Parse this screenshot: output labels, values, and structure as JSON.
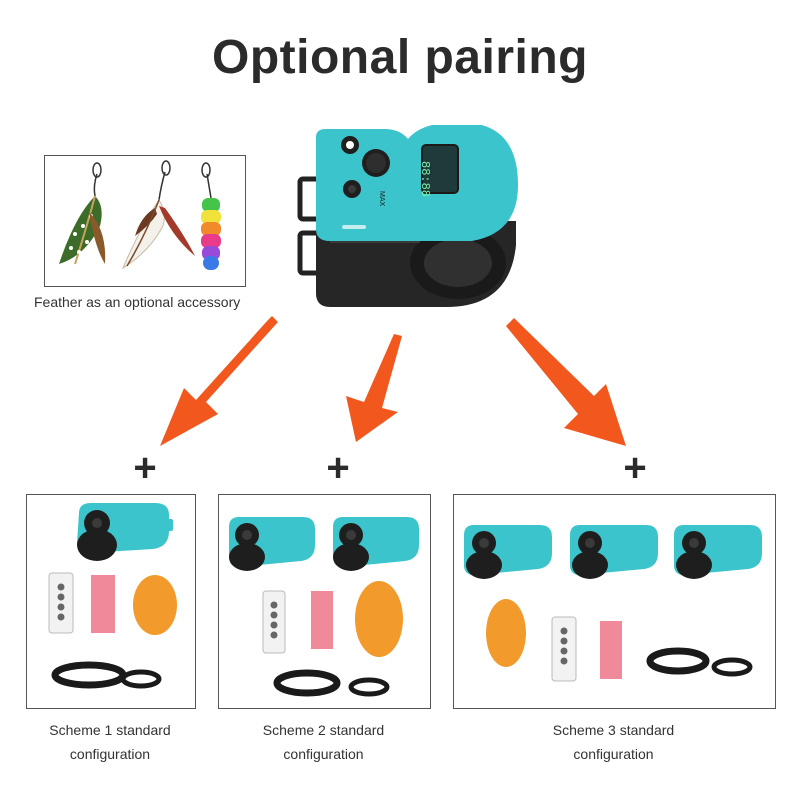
{
  "title": "Optional pairing",
  "feather": {
    "caption": "Feather as an optional accessory"
  },
  "device": {
    "display_text": "88:88"
  },
  "plus_symbol": "+",
  "schemes": [
    {
      "line1": "Scheme 1 standard",
      "line2": "configuration"
    },
    {
      "line1": "Scheme 2 standard",
      "line2": "configuration"
    },
    {
      "line1": "Scheme 3 standard",
      "line2": "configuration"
    }
  ],
  "colors": {
    "device_teal": "#3cc4cc",
    "device_dark": "#222222",
    "arrow_orange": "#f2581e",
    "yarn_orange": "#f39a2c",
    "sponge_pink": "#f08a9a"
  }
}
